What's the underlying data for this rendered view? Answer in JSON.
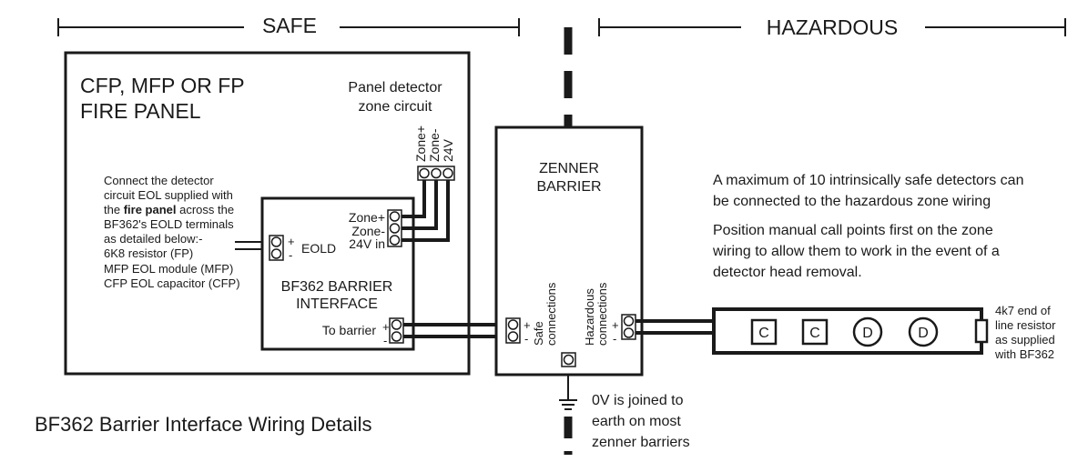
{
  "zones": {
    "safe_label": "SAFE",
    "hazardous_label": "HAZARDOUS"
  },
  "fire_panel": {
    "title_line1": "CFP, MFP OR FP",
    "title_line2": "FIRE PANEL",
    "zone_circuit_line1": "Panel detector",
    "zone_circuit_line2": "zone circuit",
    "terminal_labels": [
      "Zone+",
      "Zone-",
      "24V"
    ]
  },
  "eol_note": {
    "line1": "Connect the detector",
    "line2": "circuit EOL supplied with",
    "line3_prefix": "the ",
    "line3_bold": "fire panel",
    "line3_suffix": " across the",
    "line4": "BF362's EOLD terminals",
    "line5": "as detailed below:-",
    "line6": "6K8 resistor (FP)",
    "line7": "MFP EOL module (MFP)",
    "line8": "CFP EOL capacitor (CFP)"
  },
  "interface": {
    "title_line1": "BF362 BARRIER",
    "title_line2": "INTERFACE",
    "input_labels": [
      "Zone+",
      "Zone-",
      "24V in"
    ],
    "eold_label": "EOLD",
    "to_barrier_label": "To barrier",
    "plus": "+",
    "minus": "-"
  },
  "barrier": {
    "title_line1": "ZENNER",
    "title_line2": "BARRIER",
    "safe_line1": "Safe",
    "safe_line2": "connections",
    "haz_line1": "Hazardous",
    "haz_line2": "connections",
    "plus": "+",
    "minus": "-"
  },
  "notes": {
    "max_line1": "A maximum of 10 intrinsically safe detectors can",
    "max_line2": "be connected to the hazardous zone wiring",
    "pos_line1": "Position manual call points first on the zone",
    "pos_line2": "wiring to allow them to work in the event of a",
    "pos_line3": "detector head removal."
  },
  "devices": {
    "call_point_letter": "C",
    "detector_letter": "D",
    "items": [
      "C",
      "C",
      "D",
      "D"
    ]
  },
  "resistor_note": {
    "line1": "4k7 end of",
    "line2": "line resistor",
    "line3": "as supplied",
    "line4": "with BF362"
  },
  "earth_note": {
    "line1": "0V is joined to",
    "line2": "earth on most",
    "line3": "zenner barriers"
  },
  "diagram_title": "BF362 Barrier Interface Wiring Details"
}
